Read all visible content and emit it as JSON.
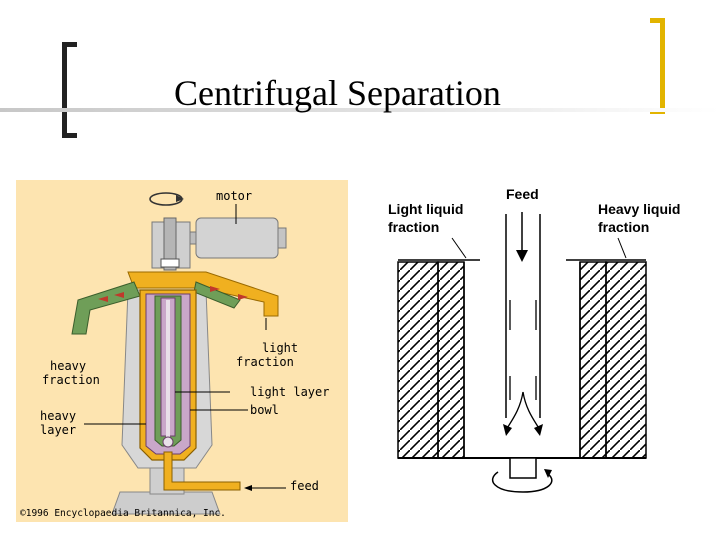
{
  "slide": {
    "title": "Centrifugal Separation"
  },
  "left_diagram": {
    "labels": {
      "motor": "motor",
      "heavy_fraction_1": "heavy",
      "heavy_fraction_2": "fraction",
      "light_fraction_1": "light",
      "light_fraction_2": "fraction",
      "light_layer": "light layer",
      "bowl": "bowl",
      "heavy_layer_1": "heavy",
      "heavy_layer_2": "layer",
      "feed": "feed"
    },
    "credit": "©1996 Encyclopaedia Britannica, Inc.",
    "colors": {
      "background": "#fde4b0",
      "light_fraction": "#f0b020",
      "heavy_fraction": "#6f9e58",
      "bowl_inner": "#c9a7c9",
      "machine": "#cfcfcf"
    }
  },
  "right_diagram": {
    "labels": {
      "feed": "Feed",
      "light_liquid_1": "Light liquid",
      "light_liquid_2": "fraction",
      "heavy_liquid_1": "Heavy liquid",
      "heavy_liquid_2": "fraction"
    }
  }
}
